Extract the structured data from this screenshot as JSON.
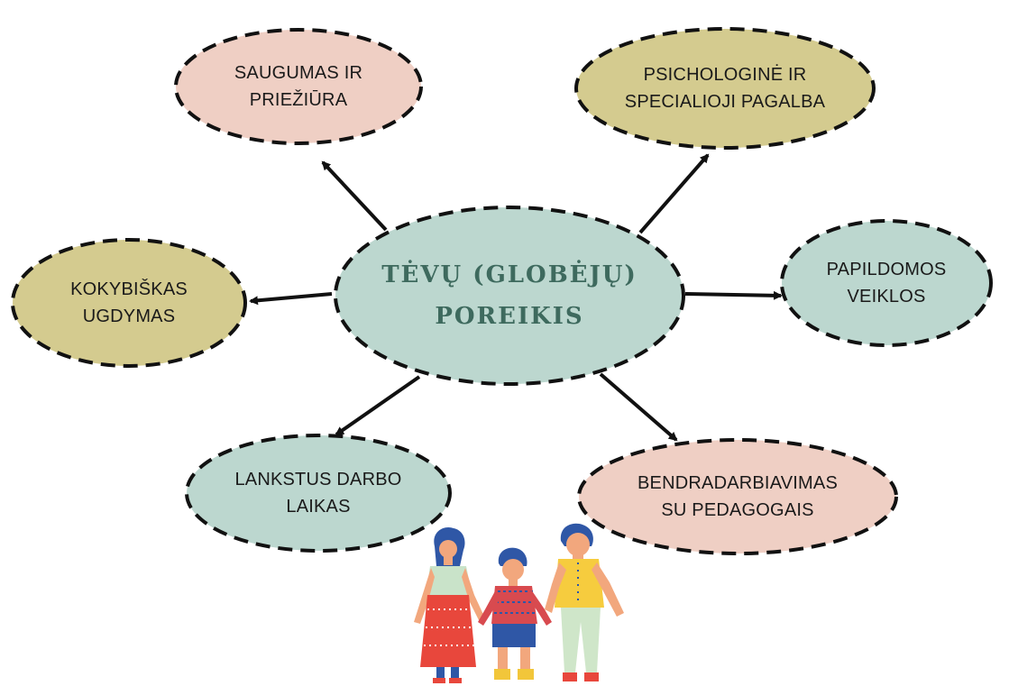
{
  "colors": {
    "pink": "#efcfc4",
    "olive": "#d4cb8f",
    "teal": "#bcd7cf",
    "center_fill": "#bcd7cf",
    "center_text": "#3e6a5e",
    "outline": "#111111",
    "arrow": "#111111"
  },
  "center": {
    "line1": "TĖVŲ (GLOBĖJŲ)",
    "line2": "POREIKIS"
  },
  "nodes": {
    "saugumas": {
      "line1": "SAUGUMAS IR",
      "line2": "PRIEŽIŪRA"
    },
    "psichologine": {
      "line1": "PSICHOLOGINĖ IR",
      "line2": "SPECIALIOJI PAGALBA"
    },
    "kokybiskas": {
      "line1": "KOKYBIŠKAS",
      "line2": "UGDYMAS"
    },
    "papildomos": {
      "line1": "PAPILDOMOS",
      "line2": "VEIKLOS"
    },
    "lankstus": {
      "line1": "LANKSTUS DARBO",
      "line2": "LAIKAS"
    },
    "bendradarbiavimas": {
      "line1": "BENDRADARBIAVIMAS",
      "line2": "SU PEDAGOGAIS"
    }
  },
  "illustration": {
    "icon": "family-holding-hands-illustration"
  }
}
